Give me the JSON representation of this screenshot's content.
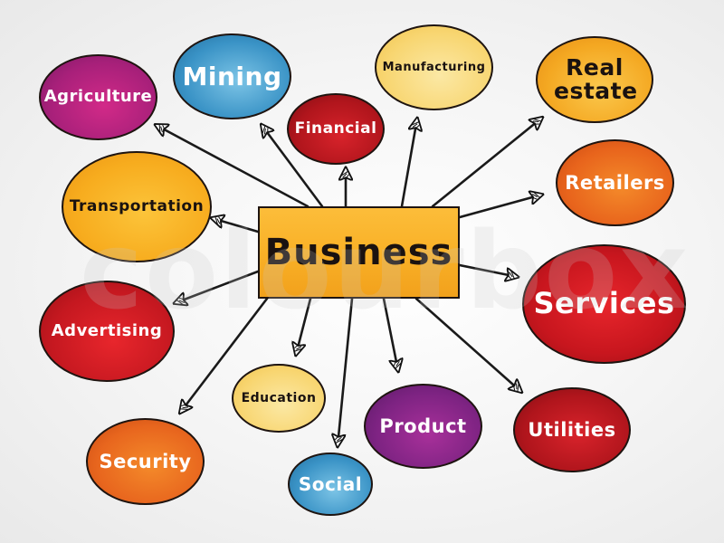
{
  "watermark": "colourbox",
  "center": {
    "label": "Business",
    "color": "#f9b127"
  },
  "nodes": [
    {
      "id": "agriculture",
      "label": "Agriculture",
      "color": "#a8207a",
      "text_color": "#ffffff"
    },
    {
      "id": "mining",
      "label": "Mining",
      "color": "#3a93c6",
      "text_color": "#ffffff"
    },
    {
      "id": "financial",
      "label": "Financial",
      "color": "#b0151c",
      "text_color": "#ffffff"
    },
    {
      "id": "manufacturing",
      "label": "Manufacturing",
      "color": "#f8d672",
      "text_color": "#1a1210"
    },
    {
      "id": "real-estate",
      "label": "Real estate",
      "color": "#f4a822",
      "text_color": "#1a1210"
    },
    {
      "id": "retailers",
      "label": "Retailers",
      "color": "#e8641c",
      "text_color": "#ffffff"
    },
    {
      "id": "transportation",
      "label": "Transportation",
      "color": "#f7ac1e",
      "text_color": "#1a1210"
    },
    {
      "id": "services",
      "label": "Services",
      "color": "#c8161e",
      "text_color": "#ffffff"
    },
    {
      "id": "advertising",
      "label": "Advertising",
      "color": "#c51820",
      "text_color": "#ffffff"
    },
    {
      "id": "education",
      "label": "Education",
      "color": "#f8d672",
      "text_color": "#1a1210"
    },
    {
      "id": "security",
      "label": "Security",
      "color": "#e8661e",
      "text_color": "#ffffff"
    },
    {
      "id": "social",
      "label": "Social",
      "color": "#3a93c6",
      "text_color": "#ffffff"
    },
    {
      "id": "product",
      "label": "Product",
      "color": "#7d2382",
      "text_color": "#ffffff"
    },
    {
      "id": "utilities",
      "label": "Utilities",
      "color": "#b0151c",
      "text_color": "#ffffff"
    }
  ],
  "edges": [
    {
      "from": "business",
      "to": "agriculture"
    },
    {
      "from": "business",
      "to": "mining"
    },
    {
      "from": "business",
      "to": "financial"
    },
    {
      "from": "business",
      "to": "manufacturing"
    },
    {
      "from": "business",
      "to": "real-estate"
    },
    {
      "from": "business",
      "to": "retailers"
    },
    {
      "from": "business",
      "to": "transportation"
    },
    {
      "from": "business",
      "to": "services"
    },
    {
      "from": "business",
      "to": "advertising"
    },
    {
      "from": "business",
      "to": "security"
    },
    {
      "from": "business",
      "to": "education"
    },
    {
      "from": "business",
      "to": "social"
    },
    {
      "from": "business",
      "to": "product"
    },
    {
      "from": "business",
      "to": "utilities"
    }
  ]
}
